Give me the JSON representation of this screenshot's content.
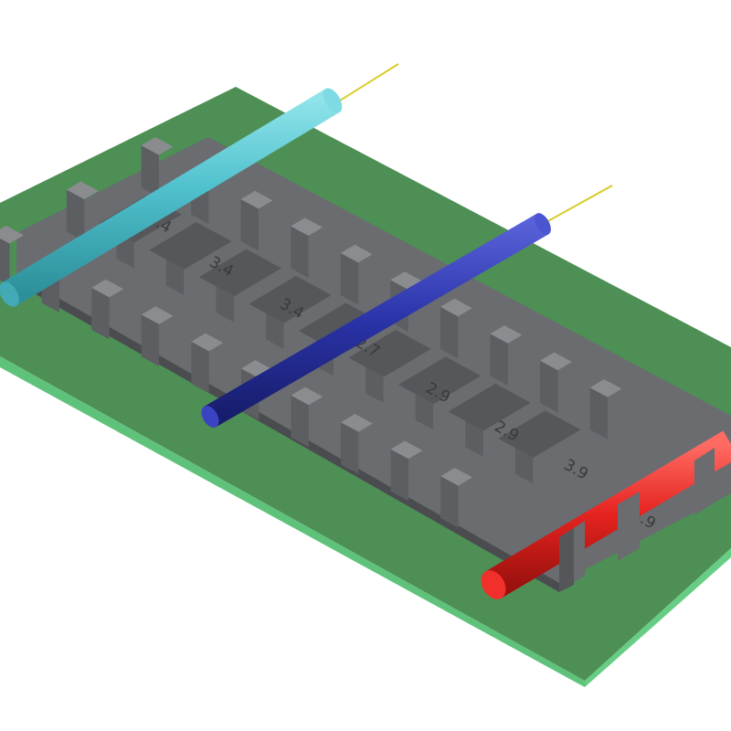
{
  "scene": {
    "colors": {
      "board_top": "#4e8f55",
      "board_side": "#5fc27a",
      "holder": "#6e7073",
      "holder_dark": "#505256",
      "cable_cyan": "#56c4cf",
      "cable_blue": "#2a33a8",
      "cable_red": "#e5231f",
      "wire_core": "#d9cc2b"
    },
    "labels": [
      {
        "id": "cyan-top",
        "text": "3.4"
      },
      {
        "id": "row1-a",
        "text": "3.4"
      },
      {
        "id": "row1-b",
        "text": "3.4"
      },
      {
        "id": "row2-a",
        "text": "2.7"
      },
      {
        "id": "row2-b",
        "text": "2.9"
      },
      {
        "id": "row2-c",
        "text": "2.9"
      },
      {
        "id": "row3-a",
        "text": "3.9"
      },
      {
        "id": "row3-b",
        "text": "3.9"
      }
    ],
    "cables": [
      {
        "id": "cyan-cable",
        "color": "cable_cyan"
      },
      {
        "id": "blue-cable",
        "color": "cable_blue"
      },
      {
        "id": "red-cable",
        "color": "cable_red"
      }
    ]
  }
}
